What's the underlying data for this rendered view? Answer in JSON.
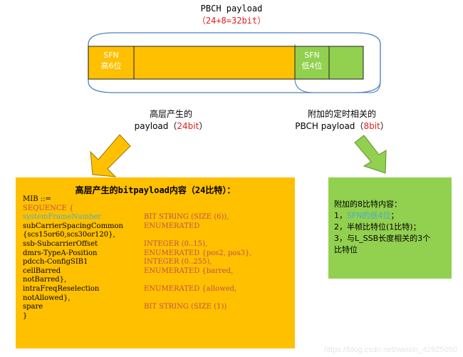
{
  "colors": {
    "orange": "#ffc000",
    "green": "#92d050",
    "blue_outline": "#4f81bd",
    "red_text": "#e0201f",
    "cyan_text": "#4bacc6"
  },
  "top": {
    "title": "PBCH payload",
    "sub_open": "（",
    "sub_value": "24+8=32bit",
    "sub_close": "）"
  },
  "bar": {
    "sfn_high": {
      "line1": "SFN",
      "line2": "高6位"
    },
    "sfn_low": {
      "line1": "SFN",
      "line2": "低4位"
    }
  },
  "labels": {
    "left": {
      "line1": "高层产生的",
      "line2_pre": "payload（",
      "line2_value": "24bit",
      "line2_post": "）"
    },
    "right": {
      "line1": "附加的定时相关的",
      "line2_pre": "PBCH payload（",
      "line2_value": "8bit",
      "line2_post": "）"
    }
  },
  "orange_box": {
    "title": "高层产生的bitpayload内容（24比特）：",
    "lines": [
      {
        "c1": "MIB ::=",
        "c2": "",
        "c1_color": "",
        "c2_color": ""
      },
      {
        "c1": "SEQUENCE {",
        "c2": "",
        "c1_color": "kw",
        "c2_color": ""
      },
      {
        "c1": "systemFrameNumber",
        "c2": "BIT STRING (SIZE (6)),",
        "c1_color": "cyan",
        "c2_color": "kw"
      },
      {
        "c1": "subCarrierSpacingCommon",
        "c2": "ENUMERATED",
        "c1_color": "",
        "c2_color": "kw"
      },
      {
        "c1": "{scs15or60,scs30or120},",
        "c2": "",
        "c1_color": "",
        "c2_color": ""
      },
      {
        "c1": "ssb-SubcarrierOffset",
        "c2": "INTEGER (0..15),",
        "c1_color": "",
        "c2_color": "kw"
      },
      {
        "c1": "dmrs-TypeA-Position",
        "c2": "ENUMERATED {pos2, pos3},",
        "c1_color": "",
        "c2_color": "kw"
      },
      {
        "c1": "pdcch-ConfigSIB1",
        "c2": "INTEGER (0..255),",
        "c1_color": "",
        "c2_color": "kw"
      },
      {
        "c1": "cellBarred",
        "c2": "ENUMERATED {barred,",
        "c1_color": "",
        "c2_color": "kw"
      },
      {
        "c1": "notBarred},",
        "c2": "",
        "c1_color": "",
        "c2_color": ""
      },
      {
        "c1": "intraFreqReselection",
        "c2": "ENUMERATED {allowed,",
        "c1_color": "",
        "c2_color": "kw"
      },
      {
        "c1": "notAllowed},",
        "c2": "",
        "c1_color": "",
        "c2_color": ""
      },
      {
        "c1": "spare",
        "c2": "BIT STRING (SIZE (1))",
        "c1_color": "",
        "c2_color": "kw"
      },
      {
        "c1": "}",
        "c2": "",
        "c1_color": "",
        "c2_color": ""
      }
    ]
  },
  "green_box": {
    "line1": "附加的8比特内容：",
    "line2_pre": "1，",
    "line2_value": "SFN的低4位",
    "line2_post": "；",
    "line3": "2，半帧比特位(1比特)；",
    "line4": "3，与L_SSB长度相关的3个",
    "line5": "比特位"
  },
  "watermark": "https://blog.csdn.net/weixin_42925050"
}
